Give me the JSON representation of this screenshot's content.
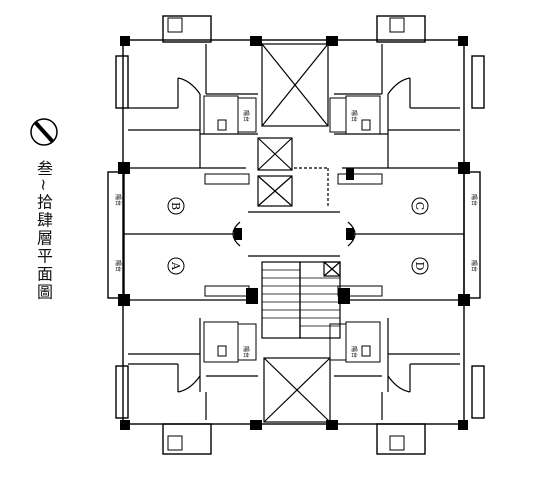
{
  "drawing": {
    "caption": "叁~拾肆層平面圖",
    "units": [
      {
        "id": "A",
        "label": "A"
      },
      {
        "id": "B",
        "label": "B"
      },
      {
        "id": "C",
        "label": "C"
      },
      {
        "id": "D",
        "label": "D"
      }
    ],
    "balcony_label": "陽台",
    "bath_label": "陽台"
  }
}
